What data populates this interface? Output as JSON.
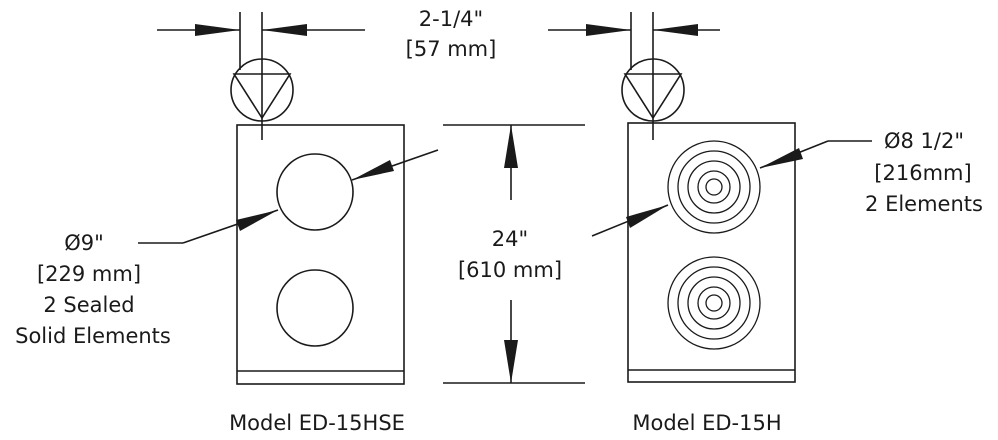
{
  "dimensions": {
    "pipe_spacing": {
      "imperial": "2-1/4\"",
      "metric": "[57 mm]"
    },
    "height": {
      "imperial": "24\"",
      "metric": "[610 mm]"
    }
  },
  "models": [
    {
      "model_label": "Model ED-15HSE",
      "element_callout": [
        "Ø9\"",
        "[229 mm]",
        "2 Sealed",
        "Solid Elements"
      ]
    },
    {
      "model_label": "Model ED-15H",
      "element_callout": [
        "Ø8 1/2\"",
        "[216mm]",
        "2 Elements"
      ]
    }
  ]
}
